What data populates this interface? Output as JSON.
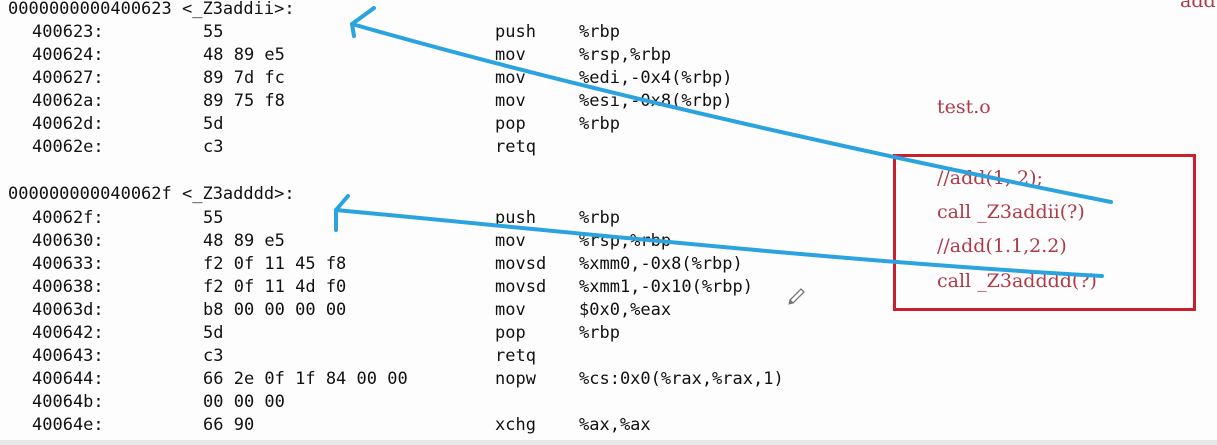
{
  "disassembly": {
    "functions": [
      {
        "header": "0000000000400623 <_Z3addii>:",
        "rows": [
          {
            "addr": "400623:",
            "bytes": "55",
            "mnemonic": "push",
            "operands": "%rbp"
          },
          {
            "addr": "400624:",
            "bytes": "48 89 e5",
            "mnemonic": "mov",
            "operands": "%rsp,%rbp"
          },
          {
            "addr": "400627:",
            "bytes": "89 7d fc",
            "mnemonic": "mov",
            "operands": "%edi,-0x4(%rbp)"
          },
          {
            "addr": "40062a:",
            "bytes": "89 75 f8",
            "mnemonic": "mov",
            "operands": "%esi,-0x8(%rbp)"
          },
          {
            "addr": "40062d:",
            "bytes": "5d",
            "mnemonic": "pop",
            "operands": "%rbp"
          },
          {
            "addr": "40062e:",
            "bytes": "c3",
            "mnemonic": "retq",
            "operands": ""
          }
        ]
      },
      {
        "header": "000000000040062f <_Z3adddd>:",
        "rows": [
          {
            "addr": "40062f:",
            "bytes": "55",
            "mnemonic": "push",
            "operands": "%rbp"
          },
          {
            "addr": "400630:",
            "bytes": "48 89 e5",
            "mnemonic": "mov",
            "operands": "%rsp,%rbp"
          },
          {
            "addr": "400633:",
            "bytes": "f2 0f 11 45 f8",
            "mnemonic": "movsd",
            "operands": "%xmm0,-0x8(%rbp)"
          },
          {
            "addr": "400638:",
            "bytes": "f2 0f 11 4d f0",
            "mnemonic": "movsd",
            "operands": "%xmm1,-0x10(%rbp)"
          },
          {
            "addr": "40063d:",
            "bytes": "b8 00 00 00 00",
            "mnemonic": "mov",
            "operands": "$0x0,%eax"
          },
          {
            "addr": "400642:",
            "bytes": "5d",
            "mnemonic": "pop",
            "operands": "%rbp"
          },
          {
            "addr": "400643:",
            "bytes": "c3",
            "mnemonic": "retq",
            "operands": ""
          },
          {
            "addr": "400644:",
            "bytes": "66 2e 0f 1f 84 00 00",
            "mnemonic": "nopw",
            "operands": "%cs:0x0(%rax,%rax,1)"
          },
          {
            "addr": "40064b:",
            "bytes": "00 00 00",
            "mnemonic": "",
            "operands": ""
          },
          {
            "addr": "40064e:",
            "bytes": "66 90",
            "mnemonic": "xchg",
            "operands": "%ax,%ax"
          }
        ]
      }
    ]
  },
  "annotation": {
    "filename": "test.o",
    "box_lines": [
      "//add(1, 2);",
      "call _Z3addii(?)",
      "//add(1.1,2.2)",
      "call _Z3adddd(?)"
    ],
    "corner_text": "add"
  },
  "colors": {
    "code_text": "#111111",
    "annotation_text": "#b03a48",
    "box_border": "#c8202c",
    "arrow": "#2aa3de",
    "pen_icon": "#777777"
  },
  "icons": {
    "pen": "pencil-cursor-icon"
  }
}
